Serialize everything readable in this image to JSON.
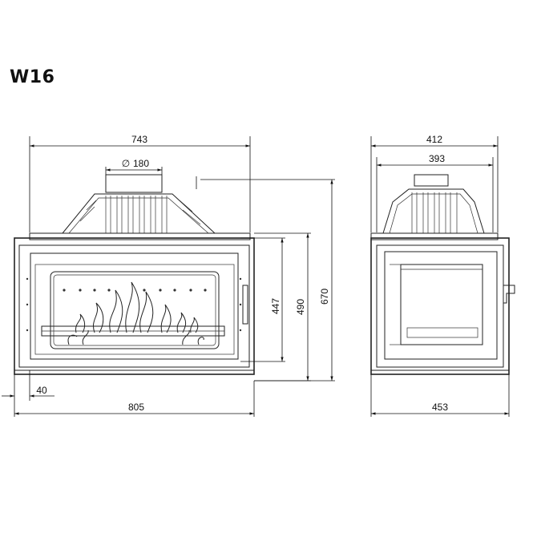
{
  "model": "W16",
  "front_view": {
    "width_top": "743",
    "flue_diameter_symbol": "∅",
    "flue_diameter": "180",
    "width_bottom": "805",
    "left_offset": "40",
    "door_height": "447",
    "body_height": "490",
    "total_height": "670"
  },
  "side_view": {
    "depth_top": "412",
    "depth_inner": "393",
    "depth_bottom": "453"
  }
}
